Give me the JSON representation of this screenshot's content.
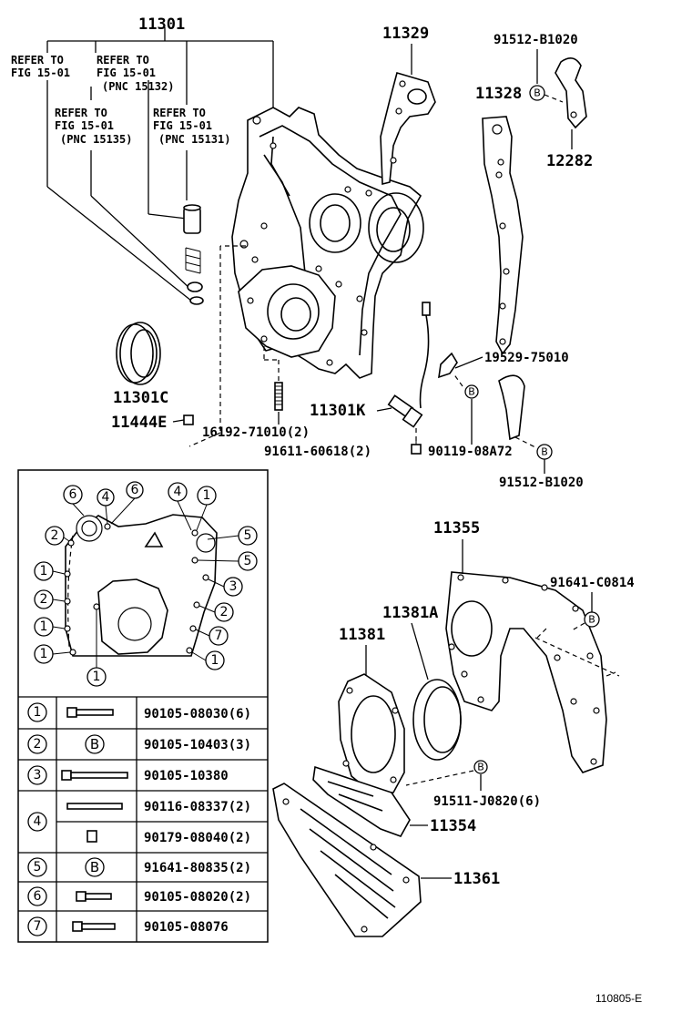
{
  "callouts": {
    "p11301": "11301",
    "p11329": "11329",
    "p91512_top": "91512-B1020",
    "p11328": "11328",
    "p12282": "12282",
    "p11301C": "11301C",
    "p11444E": "11444E",
    "p16192": "16192-71010(2)",
    "p11301K": "11301K",
    "p91611": "91611-60618(2)",
    "p90119": "90119-08A72",
    "p19529": "19529-75010",
    "p91512_bot": "91512-B1020",
    "p11355": "11355",
    "p91641": "91641-C0814",
    "p11381A": "11381A",
    "p11381": "11381",
    "p91511": "91511-J0820(6)",
    "p11354": "11354",
    "p11361": "11361",
    "b_marker": "B"
  },
  "refer": [
    {
      "line1": "REFER TO",
      "line2": "FIG 15-01",
      "line3": ""
    },
    {
      "line1": "REFER TO",
      "line2": "FIG 15-01",
      "line3": "(PNC 15132)"
    },
    {
      "line1": "REFER TO",
      "line2": "FIG 15-01",
      "line3": "(PNC 15135)"
    },
    {
      "line1": "REFER TO",
      "line2": "FIG 15-01",
      "line3": "(PNC 15131)"
    }
  ],
  "inset_numbers": {
    "r1": [
      "6",
      "4",
      "6",
      "4",
      "1"
    ],
    "left": [
      "2",
      "1",
      "2",
      "1",
      "1"
    ],
    "right": [
      "5",
      "5",
      "3",
      "2",
      "7",
      "1"
    ],
    "bottom": "1"
  },
  "bolt_table": [
    {
      "num": "1",
      "code": "90105-08030(6)"
    },
    {
      "num": "2",
      "code": "90105-10403(3)"
    },
    {
      "num": "3",
      "code": "90105-10380"
    },
    {
      "num": "4",
      "code": "90116-08337(2)"
    },
    {
      "num": "",
      "code": "90179-08040(2)"
    },
    {
      "num": "5",
      "code": "91641-80835(2)"
    },
    {
      "num": "6",
      "code": "90105-08020(2)"
    },
    {
      "num": "7",
      "code": "90105-08076"
    }
  ],
  "figure_code": "110805-E"
}
